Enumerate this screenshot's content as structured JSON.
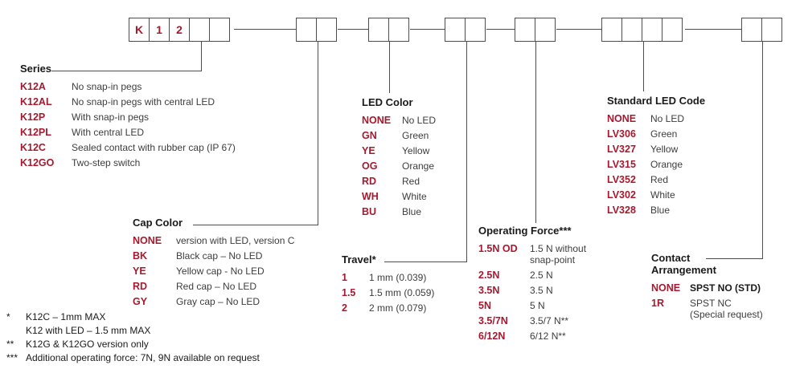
{
  "colors": {
    "accent": "#A6192E",
    "text": "#1a1a1a",
    "muted": "#3d3d3d",
    "line": "#4d4d4d"
  },
  "part_number": {
    "groups": [
      {
        "cells": [
          "K",
          "1",
          "2",
          "",
          ""
        ]
      },
      {
        "cells": [
          "",
          ""
        ]
      },
      {
        "cells": [
          "",
          ""
        ]
      },
      {
        "cells": [
          "",
          ""
        ]
      },
      {
        "cells": [
          "",
          ""
        ]
      },
      {
        "cells": [
          "",
          "",
          "",
          ""
        ]
      },
      {
        "cells": [
          "",
          ""
        ]
      }
    ]
  },
  "series": {
    "title": "Series",
    "items": [
      {
        "code": "K12A",
        "desc": "No snap-in pegs"
      },
      {
        "code": "K12AL",
        "desc": "No snap-in pegs with central LED"
      },
      {
        "code": "K12P",
        "desc": "With snap-in pegs"
      },
      {
        "code": "K12PL",
        "desc": "With central LED"
      },
      {
        "code": "K12C",
        "desc": "Sealed contact with rubber cap (IP 67)"
      },
      {
        "code": "K12GO",
        "desc": "Two-step switch"
      }
    ]
  },
  "cap_color": {
    "title": "Cap Color",
    "items": [
      {
        "code": "NONE",
        "desc": "version with LED, version C"
      },
      {
        "code": "BK",
        "desc": "Black cap – No LED"
      },
      {
        "code": "YE",
        "desc": "Yellow cap - No LED"
      },
      {
        "code": "RD",
        "desc": "Red cap – No LED"
      },
      {
        "code": "GY",
        "desc": "Gray cap – No LED"
      }
    ]
  },
  "led_color": {
    "title": "LED Color",
    "items": [
      {
        "code": "NONE",
        "desc": "No LED"
      },
      {
        "code": "GN",
        "desc": "Green"
      },
      {
        "code": "YE",
        "desc": "Yellow"
      },
      {
        "code": "OG",
        "desc": "Orange"
      },
      {
        "code": "RD",
        "desc": "Red"
      },
      {
        "code": "WH",
        "desc": "White"
      },
      {
        "code": "BU",
        "desc": "Blue"
      }
    ]
  },
  "travel": {
    "title": "Travel*",
    "items": [
      {
        "code": "1",
        "desc": "1 mm (0.039)"
      },
      {
        "code": "1.5",
        "desc": "1.5 mm (0.059)"
      },
      {
        "code": "2",
        "desc": "2 mm (0.079)"
      }
    ]
  },
  "operating_force": {
    "title": "Operating Force***",
    "items": [
      {
        "code": "1.5N OD",
        "desc": "1.5 N without snap-point"
      },
      {
        "code": "2.5N",
        "desc": "2.5 N"
      },
      {
        "code": "3.5N",
        "desc": "3.5 N"
      },
      {
        "code": "5N",
        "desc": "5 N"
      },
      {
        "code": "3.5/7N",
        "desc": "3.5/7 N**"
      },
      {
        "code": "6/12N",
        "desc": "6/12 N**"
      }
    ]
  },
  "standard_led_code": {
    "title": "Standard LED Code",
    "items": [
      {
        "code": "NONE",
        "desc": "No LED"
      },
      {
        "code": "LV306",
        "desc": "Green"
      },
      {
        "code": "LV327",
        "desc": "Yellow"
      },
      {
        "code": "LV315",
        "desc": "Orange"
      },
      {
        "code": "LV352",
        "desc": "Red"
      },
      {
        "code": "LV302",
        "desc": "White"
      },
      {
        "code": "LV328",
        "desc": "Blue"
      }
    ]
  },
  "contact_arrangement": {
    "title_line1": "Contact",
    "title_line2": "Arrangement",
    "items": [
      {
        "code": "NONE",
        "desc": "SPST NO (STD)",
        "note": ""
      },
      {
        "code": "1R",
        "desc": "SPST NC",
        "note": "(Special request)"
      }
    ]
  },
  "footnotes": [
    {
      "marker": "*",
      "text": "K12C – 1mm MAX"
    },
    {
      "marker": "",
      "text": "K12 with LED – 1.5 mm MAX"
    },
    {
      "marker": "**",
      "text": "K12G & K12GO version only"
    },
    {
      "marker": "***",
      "text": "Additional operating force: 7N, 9N available on request"
    }
  ]
}
